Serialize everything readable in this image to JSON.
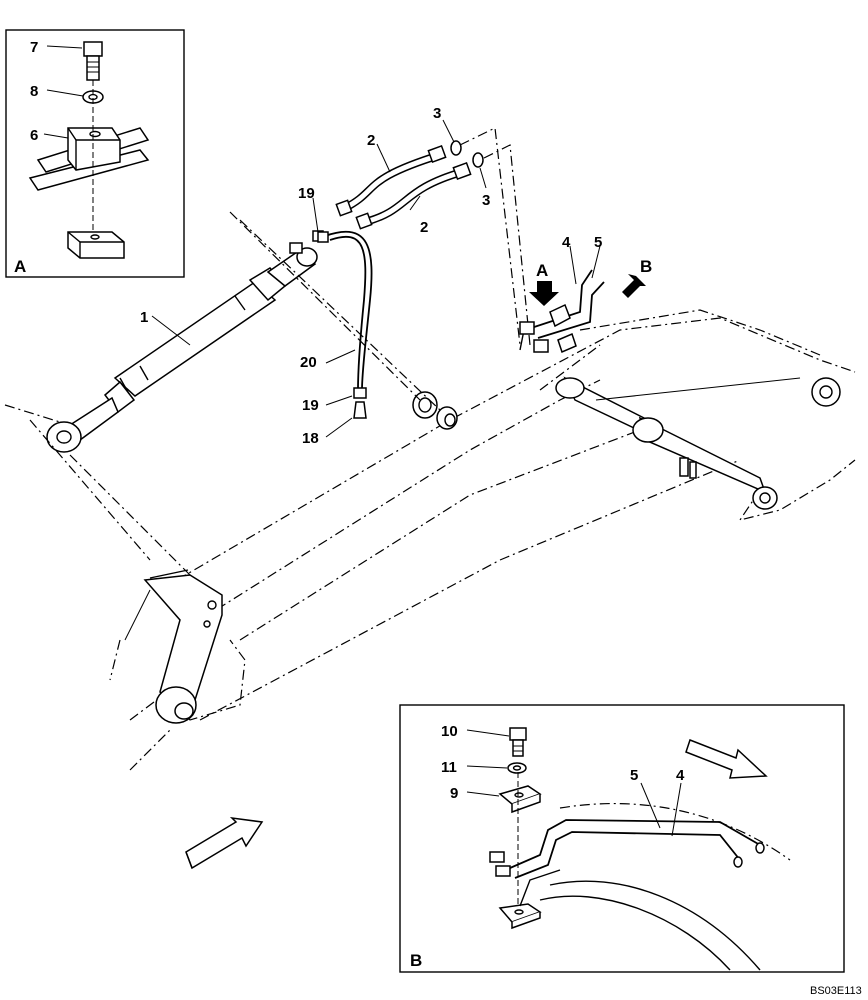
{
  "callouts": {
    "c1": "1",
    "c2a": "2",
    "c2b": "2",
    "c3a": "3",
    "c3b": "3",
    "c4": "4",
    "c5": "5",
    "c18": "18",
    "c19a": "19",
    "c19b": "19",
    "c20": "20",
    "c6": "6",
    "c7": "7",
    "c8": "8",
    "c9": "9",
    "c10": "10",
    "c11": "11",
    "c4b": "4",
    "c5b": "5"
  },
  "view_markers": {
    "arrow_a": "A",
    "arrow_b": "B",
    "inset_a": "A",
    "inset_b": "B"
  },
  "drawing_code": "BS03E113"
}
